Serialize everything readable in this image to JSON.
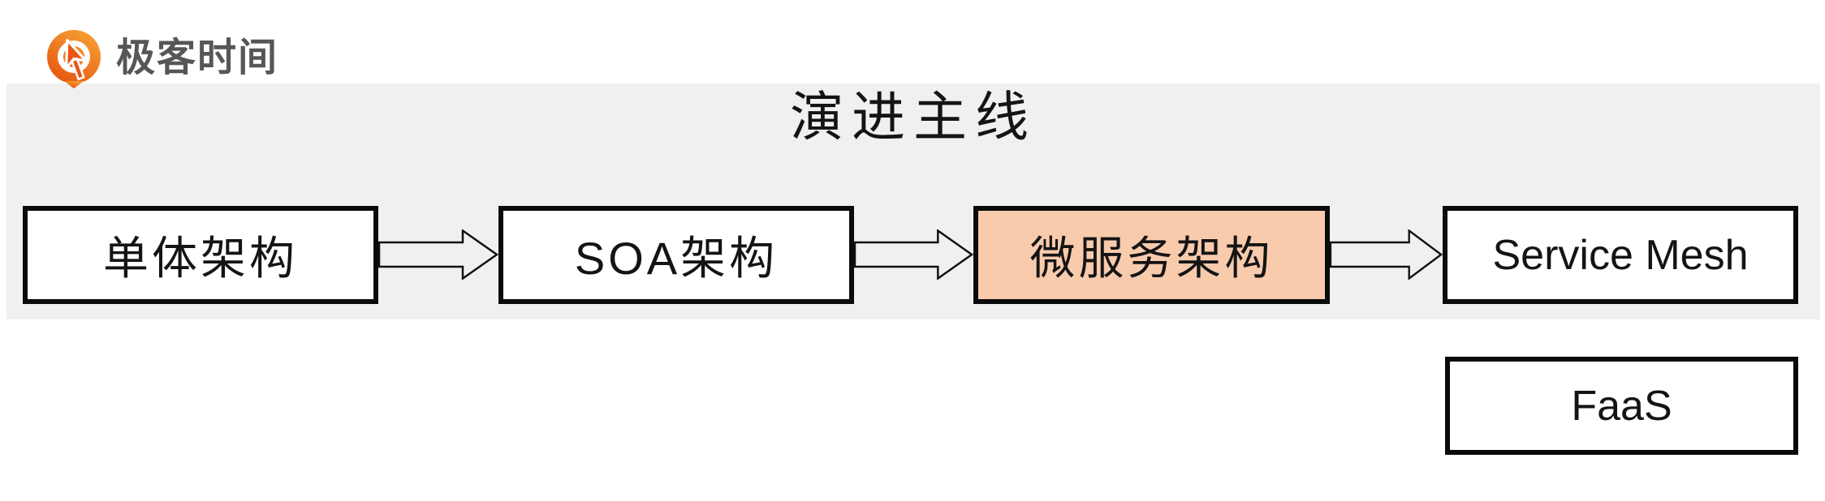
{
  "brand": {
    "name": "极客时间",
    "icon": "geektime-logo-icon"
  },
  "slide": {
    "title": "演进主线",
    "main_flow": {
      "nodes": [
        {
          "id": "monolith",
          "label": "单体架构",
          "highlighted": false
        },
        {
          "id": "soa",
          "label": "SOA架构",
          "highlighted": false
        },
        {
          "id": "microservice",
          "label": "微服务架构",
          "highlighted": true
        },
        {
          "id": "service-mesh",
          "label": "Service Mesh",
          "highlighted": false
        }
      ],
      "connectors": [
        {
          "from": "单体架构",
          "to": "SOA架构"
        },
        {
          "from": "SOA架构",
          "to": "微服务架构"
        },
        {
          "from": "微服务架构",
          "to": "Service Mesh"
        }
      ]
    },
    "side_node": {
      "id": "faas",
      "label": "FaaS",
      "highlighted": false
    },
    "colors": {
      "highlight_fill": "#F8CBAD",
      "band_background": "#F0F0F0",
      "box_border": "#000000",
      "box_fill": "#FFFFFF",
      "text": "#141414",
      "brand_orange": "#ED6A1C",
      "logo_text_gray": "#565656"
    }
  }
}
